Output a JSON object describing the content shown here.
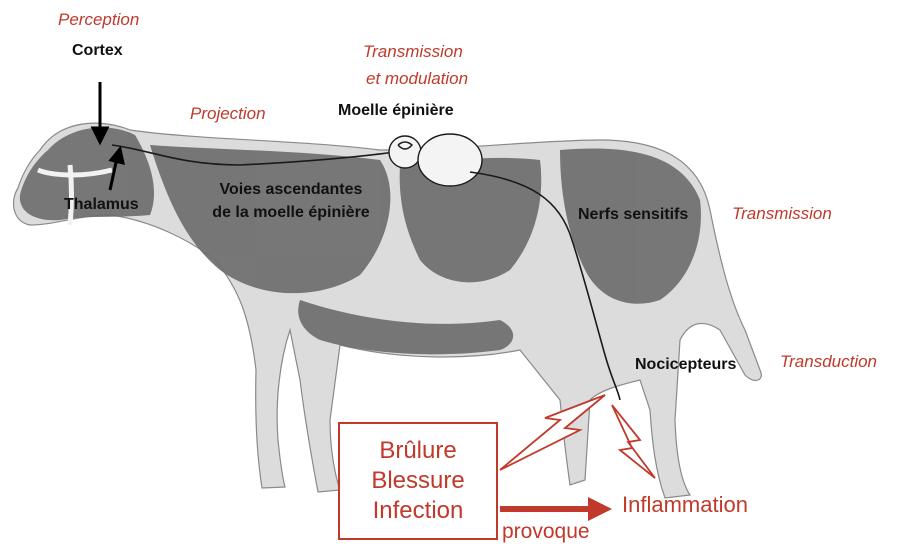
{
  "stages": {
    "perception": "Perception",
    "projection": "Projection",
    "transmission_modulation_line1": "Transmission",
    "transmission_modulation_line2": "et modulation",
    "transmission": "Transmission",
    "transduction": "Transduction"
  },
  "anatomy": {
    "cortex": "Cortex",
    "thalamus": "Thalamus",
    "spinal_cord": "Moelle épinière",
    "ascending_line1": "Voies ascendantes",
    "ascending_line2": "de la moelle épinière",
    "sensory_nerves": "Nerfs sensitifs",
    "nociceptors": "Nocicepteurs"
  },
  "causes": [
    "Brûlure",
    "Blessure",
    "Infection"
  ],
  "effect": {
    "arrow_label": "provoque",
    "result": "Inflammation"
  },
  "colors": {
    "accent_red": "#c0392b",
    "cow_patch": "#6e6e6e",
    "cow_body": "#d9d9d9"
  }
}
